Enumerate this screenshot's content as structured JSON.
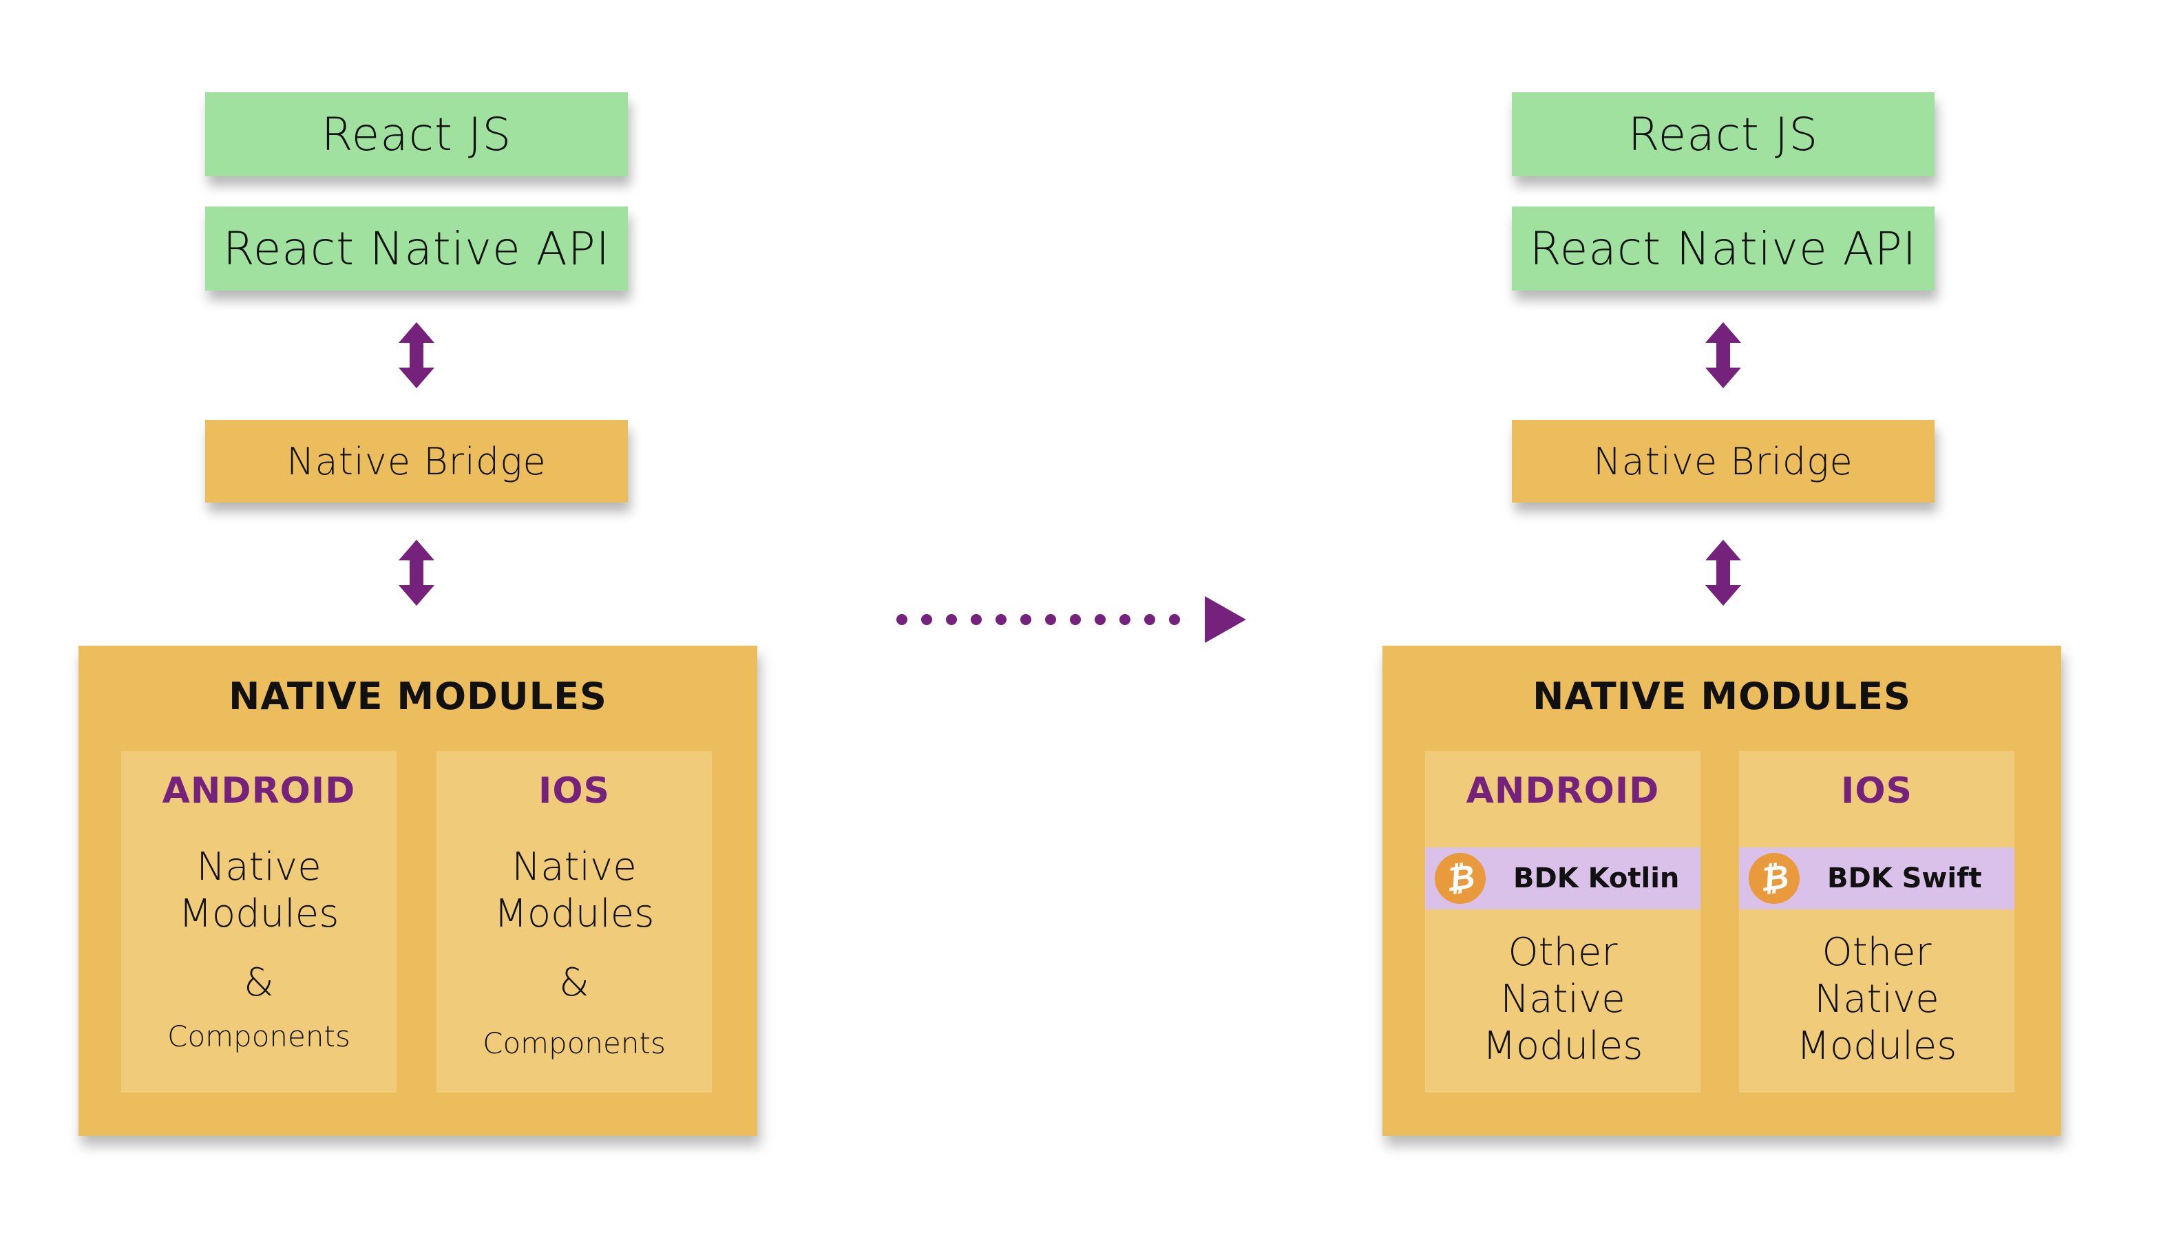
{
  "before": {
    "react_js": "React JS",
    "react_native_api": "React Native API",
    "native_bridge": "Native Bridge",
    "native_modules": {
      "title": "NATIVE MODULES",
      "android": {
        "title": "ANDROID",
        "lines": [
          "Native",
          "Modules",
          "&",
          "Components"
        ]
      },
      "ios": {
        "title": "IOS",
        "lines": [
          "Native",
          "Modules",
          "&",
          "Components"
        ]
      }
    }
  },
  "after": {
    "react_js": "React JS",
    "react_native_api": "React Native API",
    "native_bridge": "Native Bridge",
    "native_modules": {
      "title": "NATIVE MODULES",
      "android": {
        "title": "ANDROID",
        "bdk_label": "BDK Kotlin",
        "bdk_icon": "bitcoin-icon",
        "lines": [
          "Other",
          "Native",
          "Modules"
        ]
      },
      "ios": {
        "title": "IOS",
        "bdk_label": "BDK Swift",
        "bdk_icon": "bitcoin-icon",
        "lines": [
          "Other",
          "Native",
          "Modules"
        ]
      }
    }
  },
  "transition_arrow": {
    "style": "dotted",
    "dot_count": 12,
    "direction": "right"
  },
  "bitcoin_symbol": "₿",
  "colors": {
    "green": "#a0e1a0",
    "orange": "#ecbd5d",
    "light_orange": "#f0cb7a",
    "purple": "#74227c",
    "lavender": "#d9c1ea",
    "bitcoin_orange": "#e99a3c"
  }
}
